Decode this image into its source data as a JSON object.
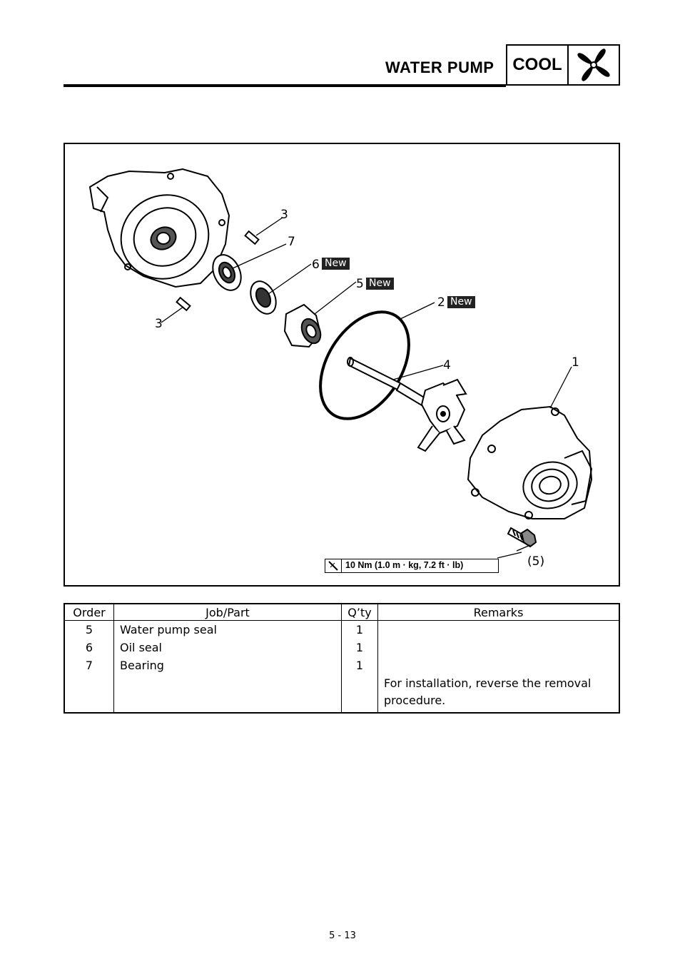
{
  "header": {
    "title": "WATER PUMP",
    "section_badge": "COOL",
    "badge_icon": "fan-icon"
  },
  "figure": {
    "callouts": [
      "1",
      "2",
      "3",
      "3",
      "4",
      "5",
      "6",
      "7",
      "(5)"
    ],
    "new_tag": "New",
    "torque_icon": "torque-wrench-icon",
    "torque_spec": "10 Nm (1.0 m · kg, 7.2 ft · lb)"
  },
  "table": {
    "headers": [
      "Order",
      "Job/Part",
      "Q’ty",
      "Remarks"
    ],
    "rows": [
      {
        "order": "5",
        "part": "Water pump seal",
        "qty": "1",
        "remarks": ""
      },
      {
        "order": "6",
        "part": "Oil seal",
        "qty": "1",
        "remarks": ""
      },
      {
        "order": "7",
        "part": "Bearing",
        "qty": "1",
        "remarks": ""
      },
      {
        "order": "",
        "part": "",
        "qty": "",
        "remarks": "For installation, reverse the removal procedure."
      }
    ]
  },
  "footer": {
    "page_number": "5 - 13"
  }
}
